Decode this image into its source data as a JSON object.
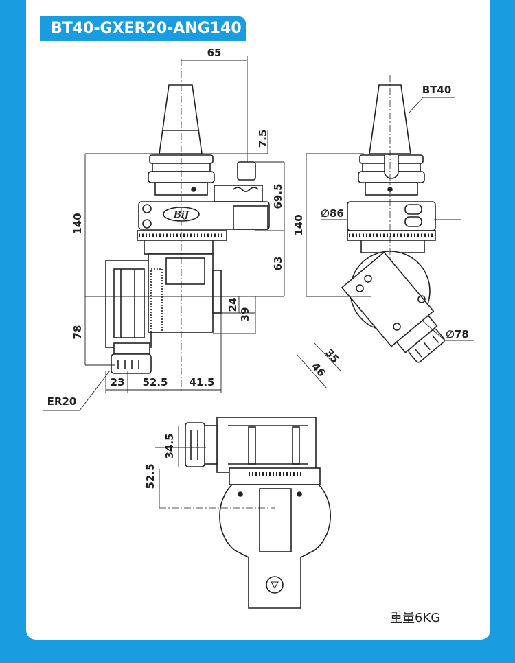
{
  "title": "BT40-GXER20-ANG140",
  "weight_label": "重量6KG",
  "logo_text": "BiJ",
  "dimensions": {
    "d65": "65",
    "d7_5": "7.5",
    "d69_5": "69.5",
    "d140_left": "140",
    "d63": "63",
    "d24": "24",
    "d39": "39",
    "d78": "78",
    "d23": "23",
    "d52_5": "52.5",
    "d41_5": "41.5",
    "er20": "ER20",
    "bt40": "BT40",
    "phi86": "∅86",
    "d140_right": "140",
    "phi78": "∅78",
    "d35": "35",
    "d46": "46",
    "d34_5": "34.5",
    "d52_5_bottom": "52.5"
  },
  "colors": {
    "background": "#1a9ce0",
    "panel": "#ffffff",
    "line": "#222222"
  }
}
